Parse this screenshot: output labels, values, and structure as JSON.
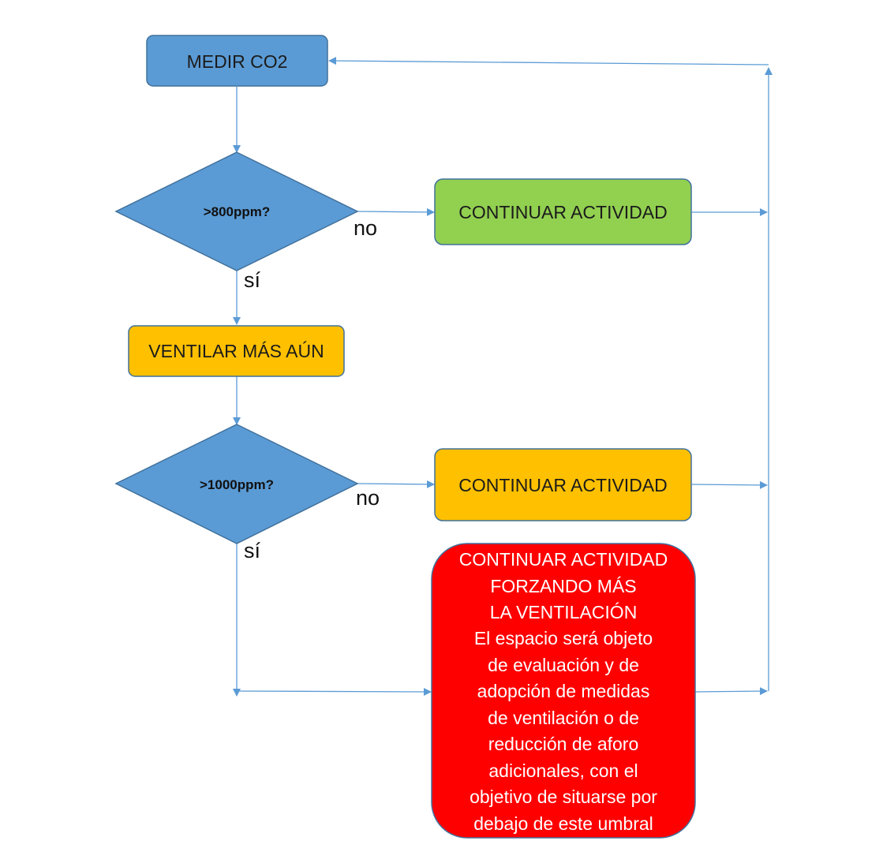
{
  "colors": {
    "blue_node": "#5b9bd5",
    "green_node": "#92d050",
    "amber_node": "#ffc000",
    "red_node": "#ff0000",
    "node_border": "#41719c",
    "connector": "#5b9bd5"
  },
  "nodes": {
    "measure": {
      "label": "MEDIR CO2"
    },
    "decision_800": {
      "label": ">800ppm?"
    },
    "continue_green": {
      "label": "CONTINUAR ACTIVIDAD"
    },
    "ventilate_more": {
      "label": "VENTILAR MÁS AÚN"
    },
    "decision_1000": {
      "label": ">1000ppm?"
    },
    "continue_amber": {
      "label": "CONTINUAR ACTIVIDAD"
    },
    "continue_red": {
      "lines": [
        "CONTINUAR ACTIVIDAD",
        "FORZANDO MÁS",
        "LA VENTILACIÓN",
        "El espacio será objeto",
        "de evaluación y de",
        "adopción de medidas",
        "de ventilación o de",
        "reducción de aforo",
        "adicionales, con el",
        "objetivo de situarse por",
        "debajo de este umbral"
      ]
    }
  },
  "edge_labels": {
    "no_800": "no",
    "si_800": "sí",
    "no_1000": "no",
    "si_1000": "sí"
  }
}
